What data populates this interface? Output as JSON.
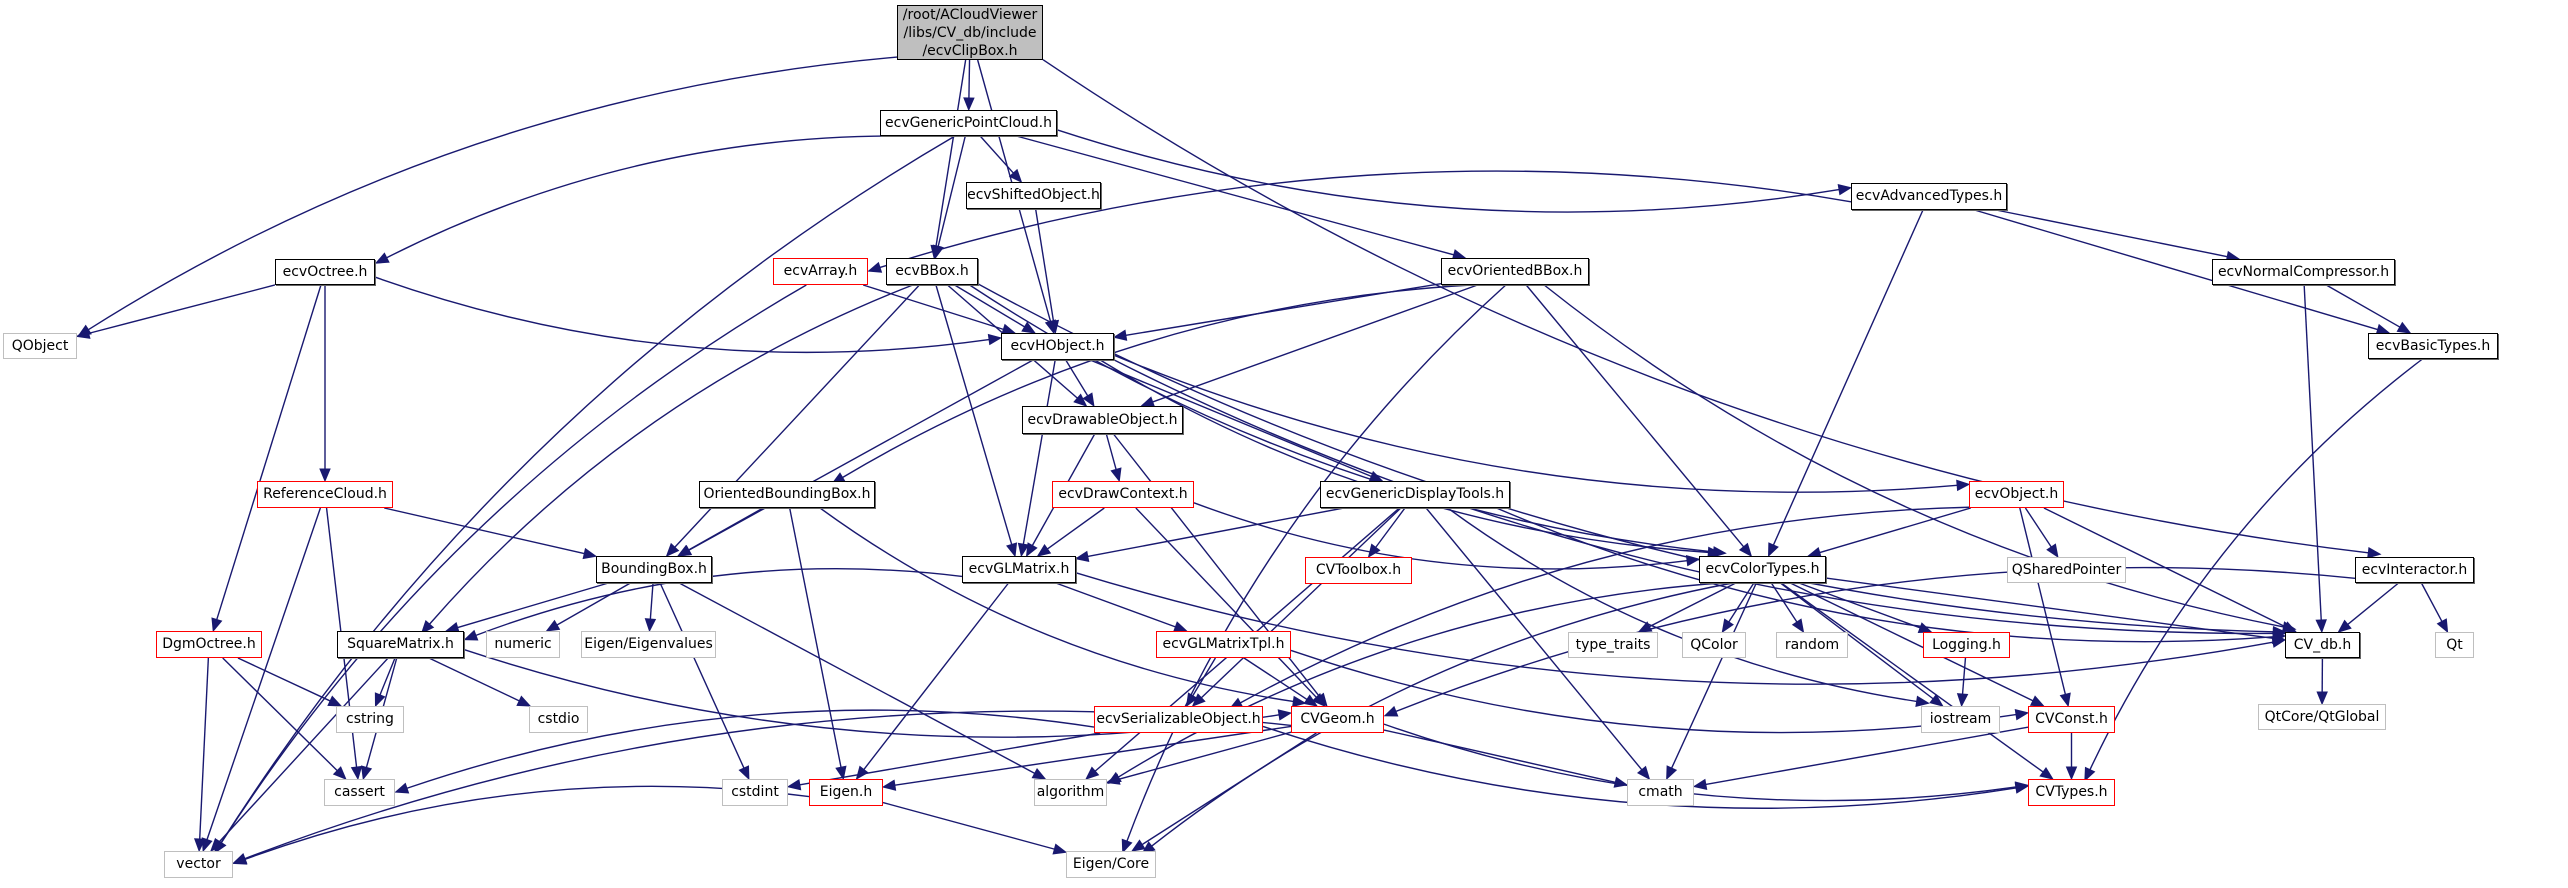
{
  "title": "/root/ACloudViewer/libs/CV_db/include/ecvClipBox.h include dependency graph",
  "colors": {
    "edge": "#191970",
    "documented_border": "#000000",
    "undocumented_border": "#ff0000",
    "external_border": "#bfbfbf",
    "root_fill": "#bfbfbf"
  },
  "nodes": [
    {
      "id": "root",
      "label": "/root/ACloudViewer\n/libs/CV_db/include\n/ecvClipBox.h",
      "kind": "root"
    },
    {
      "id": "ecvGenericPointCloud",
      "label": "ecvGenericPointCloud.h",
      "kind": "documented"
    },
    {
      "id": "ecvShiftedObject",
      "label": "ecvShiftedObject.h",
      "kind": "documented"
    },
    {
      "id": "ecvAdvancedTypes",
      "label": "ecvAdvancedTypes.h",
      "kind": "documented"
    },
    {
      "id": "ecvOctree",
      "label": "ecvOctree.h",
      "kind": "documented"
    },
    {
      "id": "ecvArray",
      "label": "ecvArray.h",
      "kind": "undocumented"
    },
    {
      "id": "ecvBBox",
      "label": "ecvBBox.h",
      "kind": "documented"
    },
    {
      "id": "ecvOrientedBBox",
      "label": "ecvOrientedBBox.h",
      "kind": "documented"
    },
    {
      "id": "ecvNormalCompressor",
      "label": "ecvNormalCompressor.h",
      "kind": "documented"
    },
    {
      "id": "QObject",
      "label": "QObject",
      "kind": "external"
    },
    {
      "id": "ecvHObject",
      "label": "ecvHObject.h",
      "kind": "documented"
    },
    {
      "id": "ecvBasicTypes",
      "label": "ecvBasicTypes.h",
      "kind": "documented"
    },
    {
      "id": "ecvDrawableObject",
      "label": "ecvDrawableObject.h",
      "kind": "documented"
    },
    {
      "id": "ReferenceCloud",
      "label": "ReferenceCloud.h",
      "kind": "undocumented"
    },
    {
      "id": "OrientedBoundingBox",
      "label": "OrientedBoundingBox.h",
      "kind": "documented"
    },
    {
      "id": "ecvDrawContext",
      "label": "ecvDrawContext.h",
      "kind": "undocumented"
    },
    {
      "id": "ecvGenericDisplayTools",
      "label": "ecvGenericDisplayTools.h",
      "kind": "documented"
    },
    {
      "id": "ecvObject",
      "label": "ecvObject.h",
      "kind": "undocumented"
    },
    {
      "id": "BoundingBox",
      "label": "BoundingBox.h",
      "kind": "documented"
    },
    {
      "id": "ecvGLMatrix",
      "label": "ecvGLMatrix.h",
      "kind": "documented"
    },
    {
      "id": "CVToolbox",
      "label": "CVToolbox.h",
      "kind": "undocumented"
    },
    {
      "id": "ecvColorTypes",
      "label": "ecvColorTypes.h",
      "kind": "documented"
    },
    {
      "id": "QSharedPointer",
      "label": "QSharedPointer",
      "kind": "external"
    },
    {
      "id": "ecvInteractor",
      "label": "ecvInteractor.h",
      "kind": "documented"
    },
    {
      "id": "DgmOctree",
      "label": "DgmOctree.h",
      "kind": "undocumented"
    },
    {
      "id": "SquareMatrix",
      "label": "SquareMatrix.h",
      "kind": "documented"
    },
    {
      "id": "numeric",
      "label": "numeric",
      "kind": "external"
    },
    {
      "id": "EigenEigenvalues",
      "label": "Eigen/Eigenvalues",
      "kind": "external"
    },
    {
      "id": "ecvGLMatrixTpl",
      "label": "ecvGLMatrixTpl.h",
      "kind": "undocumented"
    },
    {
      "id": "type_traits",
      "label": "type_traits",
      "kind": "external"
    },
    {
      "id": "QColor",
      "label": "QColor",
      "kind": "external"
    },
    {
      "id": "random",
      "label": "random",
      "kind": "external"
    },
    {
      "id": "Logging",
      "label": "Logging.h",
      "kind": "undocumented"
    },
    {
      "id": "CV_db",
      "label": "CV_db.h",
      "kind": "documented"
    },
    {
      "id": "Qt",
      "label": "Qt",
      "kind": "external"
    },
    {
      "id": "cstring",
      "label": "cstring",
      "kind": "external"
    },
    {
      "id": "cstdio",
      "label": "cstdio",
      "kind": "external"
    },
    {
      "id": "ecvSerializableObject",
      "label": "ecvSerializableObject.h",
      "kind": "undocumented"
    },
    {
      "id": "CVGeom",
      "label": "CVGeom.h",
      "kind": "undocumented"
    },
    {
      "id": "iostream",
      "label": "iostream",
      "kind": "external"
    },
    {
      "id": "CVConst",
      "label": "CVConst.h",
      "kind": "undocumented"
    },
    {
      "id": "QtCoreQtGlobal",
      "label": "QtCore/QtGlobal",
      "kind": "external"
    },
    {
      "id": "cassert",
      "label": "cassert",
      "kind": "external"
    },
    {
      "id": "cstdint",
      "label": "cstdint",
      "kind": "external"
    },
    {
      "id": "EigenH",
      "label": "Eigen.h",
      "kind": "undocumented"
    },
    {
      "id": "algorithm",
      "label": "algorithm",
      "kind": "external"
    },
    {
      "id": "cmath",
      "label": "cmath",
      "kind": "external"
    },
    {
      "id": "CVTypes",
      "label": "CVTypes.h",
      "kind": "undocumented"
    },
    {
      "id": "vector",
      "label": "vector",
      "kind": "external"
    },
    {
      "id": "EigenCore",
      "label": "Eigen/Core",
      "kind": "external"
    }
  ],
  "edges": [
    [
      "root",
      "ecvGenericPointCloud"
    ],
    [
      "root",
      "ecvBBox"
    ],
    [
      "root",
      "ecvHObject"
    ],
    [
      "root",
      "QObject"
    ],
    [
      "root",
      "ecvInteractor"
    ],
    [
      "ecvGenericPointCloud",
      "ecvShiftedObject"
    ],
    [
      "ecvGenericPointCloud",
      "ecvAdvancedTypes"
    ],
    [
      "ecvGenericPointCloud",
      "ecvOctree"
    ],
    [
      "ecvGenericPointCloud",
      "ecvBBox"
    ],
    [
      "ecvGenericPointCloud",
      "ecvOrientedBBox"
    ],
    [
      "ecvGenericPointCloud",
      "vector"
    ],
    [
      "ecvShiftedObject",
      "ecvHObject"
    ],
    [
      "ecvAdvancedTypes",
      "ecvArray"
    ],
    [
      "ecvAdvancedTypes",
      "ecvNormalCompressor"
    ],
    [
      "ecvAdvancedTypes",
      "ecvBasicTypes"
    ],
    [
      "ecvAdvancedTypes",
      "ecvColorTypes"
    ],
    [
      "ecvOctree",
      "QObject"
    ],
    [
      "ecvOctree",
      "ecvHObject"
    ],
    [
      "ecvOctree",
      "ReferenceCloud"
    ],
    [
      "ecvOctree",
      "DgmOctree"
    ],
    [
      "ecvArray",
      "ecvHObject"
    ],
    [
      "ecvArray",
      "vector"
    ],
    [
      "ecvBBox",
      "ecvHObject"
    ],
    [
      "ecvBBox",
      "ecvDrawableObject"
    ],
    [
      "ecvBBox",
      "BoundingBox"
    ],
    [
      "ecvBBox",
      "ecvGLMatrix"
    ],
    [
      "ecvBBox",
      "SquareMatrix"
    ],
    [
      "ecvBBox",
      "ecvColorTypes"
    ],
    [
      "ecvBBox",
      "CV_db"
    ],
    [
      "ecvOrientedBBox",
      "ecvHObject"
    ],
    [
      "ecvOrientedBBox",
      "ecvDrawableObject"
    ],
    [
      "ecvOrientedBBox",
      "OrientedBoundingBox"
    ],
    [
      "ecvOrientedBBox",
      "ecvColorTypes"
    ],
    [
      "ecvOrientedBBox",
      "CV_db"
    ],
    [
      "ecvOrientedBBox",
      "EigenCore"
    ],
    [
      "ecvNormalCompressor",
      "ecvBasicTypes"
    ],
    [
      "ecvNormalCompressor",
      "CV_db"
    ],
    [
      "ecvBasicTypes",
      "CVTypes"
    ],
    [
      "ecvHObject",
      "ecvDrawableObject"
    ],
    [
      "ecvHObject",
      "ecvObject"
    ],
    [
      "ecvHObject",
      "ecvGenericDisplayTools"
    ],
    [
      "ecvHObject",
      "ecvGLMatrix"
    ],
    [
      "ecvHObject",
      "BoundingBox"
    ],
    [
      "ecvHObject",
      "ecvColorTypes"
    ],
    [
      "ecvHObject",
      "CV_db"
    ],
    [
      "ecvDrawableObject",
      "ecvDrawContext"
    ],
    [
      "ecvDrawableObject",
      "ecvGLMatrix"
    ],
    [
      "ecvDrawableObject",
      "CVGeom"
    ],
    [
      "ReferenceCloud",
      "BoundingBox"
    ],
    [
      "ReferenceCloud",
      "cassert"
    ],
    [
      "ReferenceCloud",
      "vector"
    ],
    [
      "OrientedBoundingBox",
      "BoundingBox"
    ],
    [
      "OrientedBoundingBox",
      "EigenH"
    ],
    [
      "OrientedBoundingBox",
      "CVGeom"
    ],
    [
      "ecvDrawContext",
      "ecvGLMatrix"
    ],
    [
      "ecvDrawContext",
      "ecvColorTypes"
    ],
    [
      "ecvDrawContext",
      "CVGeom"
    ],
    [
      "ecvGenericDisplayTools",
      "ecvGLMatrix"
    ],
    [
      "ecvGenericDisplayTools",
      "CVToolbox"
    ],
    [
      "ecvGenericDisplayTools",
      "CV_db"
    ],
    [
      "ecvGenericDisplayTools",
      "algorithm"
    ],
    [
      "ecvGenericDisplayTools",
      "cmath"
    ],
    [
      "ecvGenericDisplayTools",
      "iostream"
    ],
    [
      "ecvGenericDisplayTools",
      "ecvSerializableObject"
    ],
    [
      "ecvObject",
      "ecvColorTypes"
    ],
    [
      "ecvObject",
      "QSharedPointer"
    ],
    [
      "ecvObject",
      "CV_db"
    ],
    [
      "ecvObject",
      "CVConst"
    ],
    [
      "ecvObject",
      "ecvSerializableObject"
    ],
    [
      "BoundingBox",
      "SquareMatrix"
    ],
    [
      "BoundingBox",
      "numeric"
    ],
    [
      "BoundingBox",
      "EigenEigenvalues"
    ],
    [
      "BoundingBox",
      "cstdint"
    ],
    [
      "BoundingBox",
      "algorithm"
    ],
    [
      "ecvGLMatrix",
      "SquareMatrix"
    ],
    [
      "ecvGLMatrix",
      "ecvGLMatrixTpl"
    ],
    [
      "ecvGLMatrix",
      "CV_db"
    ],
    [
      "ecvGLMatrix",
      "EigenH"
    ],
    [
      "ecvColorTypes",
      "type_traits"
    ],
    [
      "ecvColorTypes",
      "QColor"
    ],
    [
      "ecvColorTypes",
      "random"
    ],
    [
      "ecvColorTypes",
      "Logging"
    ],
    [
      "ecvColorTypes",
      "CV_db"
    ],
    [
      "ecvColorTypes",
      "cmath"
    ],
    [
      "ecvColorTypes",
      "iostream"
    ],
    [
      "ecvColorTypes",
      "CVConst"
    ],
    [
      "ecvColorTypes",
      "CVTypes"
    ],
    [
      "ecvColorTypes",
      "EigenCore"
    ],
    [
      "ecvColorTypes",
      "algorithm"
    ],
    [
      "ecvInteractor",
      "CV_db"
    ],
    [
      "ecvInteractor",
      "Qt"
    ],
    [
      "ecvInteractor",
      "CVGeom"
    ],
    [
      "DgmOctree",
      "cstring"
    ],
    [
      "DgmOctree",
      "cassert"
    ],
    [
      "DgmOctree",
      "vector"
    ],
    [
      "SquareMatrix",
      "cstring"
    ],
    [
      "SquareMatrix",
      "cstdio"
    ],
    [
      "SquareMatrix",
      "cassert"
    ],
    [
      "SquareMatrix",
      "vector"
    ],
    [
      "SquareMatrix",
      "CVGeom"
    ],
    [
      "ecvGLMatrixTpl",
      "ecvSerializableObject"
    ],
    [
      "ecvGLMatrixTpl",
      "CVGeom"
    ],
    [
      "ecvGLMatrixTpl",
      "CVConst"
    ],
    [
      "Logging",
      "iostream"
    ],
    [
      "CV_db",
      "QtCoreQtGlobal"
    ],
    [
      "ecvSerializableObject",
      "cassert"
    ],
    [
      "ecvSerializableObject",
      "cstdint"
    ],
    [
      "ecvSerializableObject",
      "CVTypes"
    ],
    [
      "CVGeom",
      "EigenH"
    ],
    [
      "CVGeom",
      "algorithm"
    ],
    [
      "CVGeom",
      "cmath"
    ],
    [
      "CVGeom",
      "CVTypes"
    ],
    [
      "CVGeom",
      "vector"
    ],
    [
      "CVGeom",
      "EigenCore"
    ],
    [
      "CVConst",
      "cmath"
    ],
    [
      "CVConst",
      "CVTypes"
    ],
    [
      "EigenH",
      "vector"
    ],
    [
      "EigenH",
      "EigenCore"
    ]
  ]
}
